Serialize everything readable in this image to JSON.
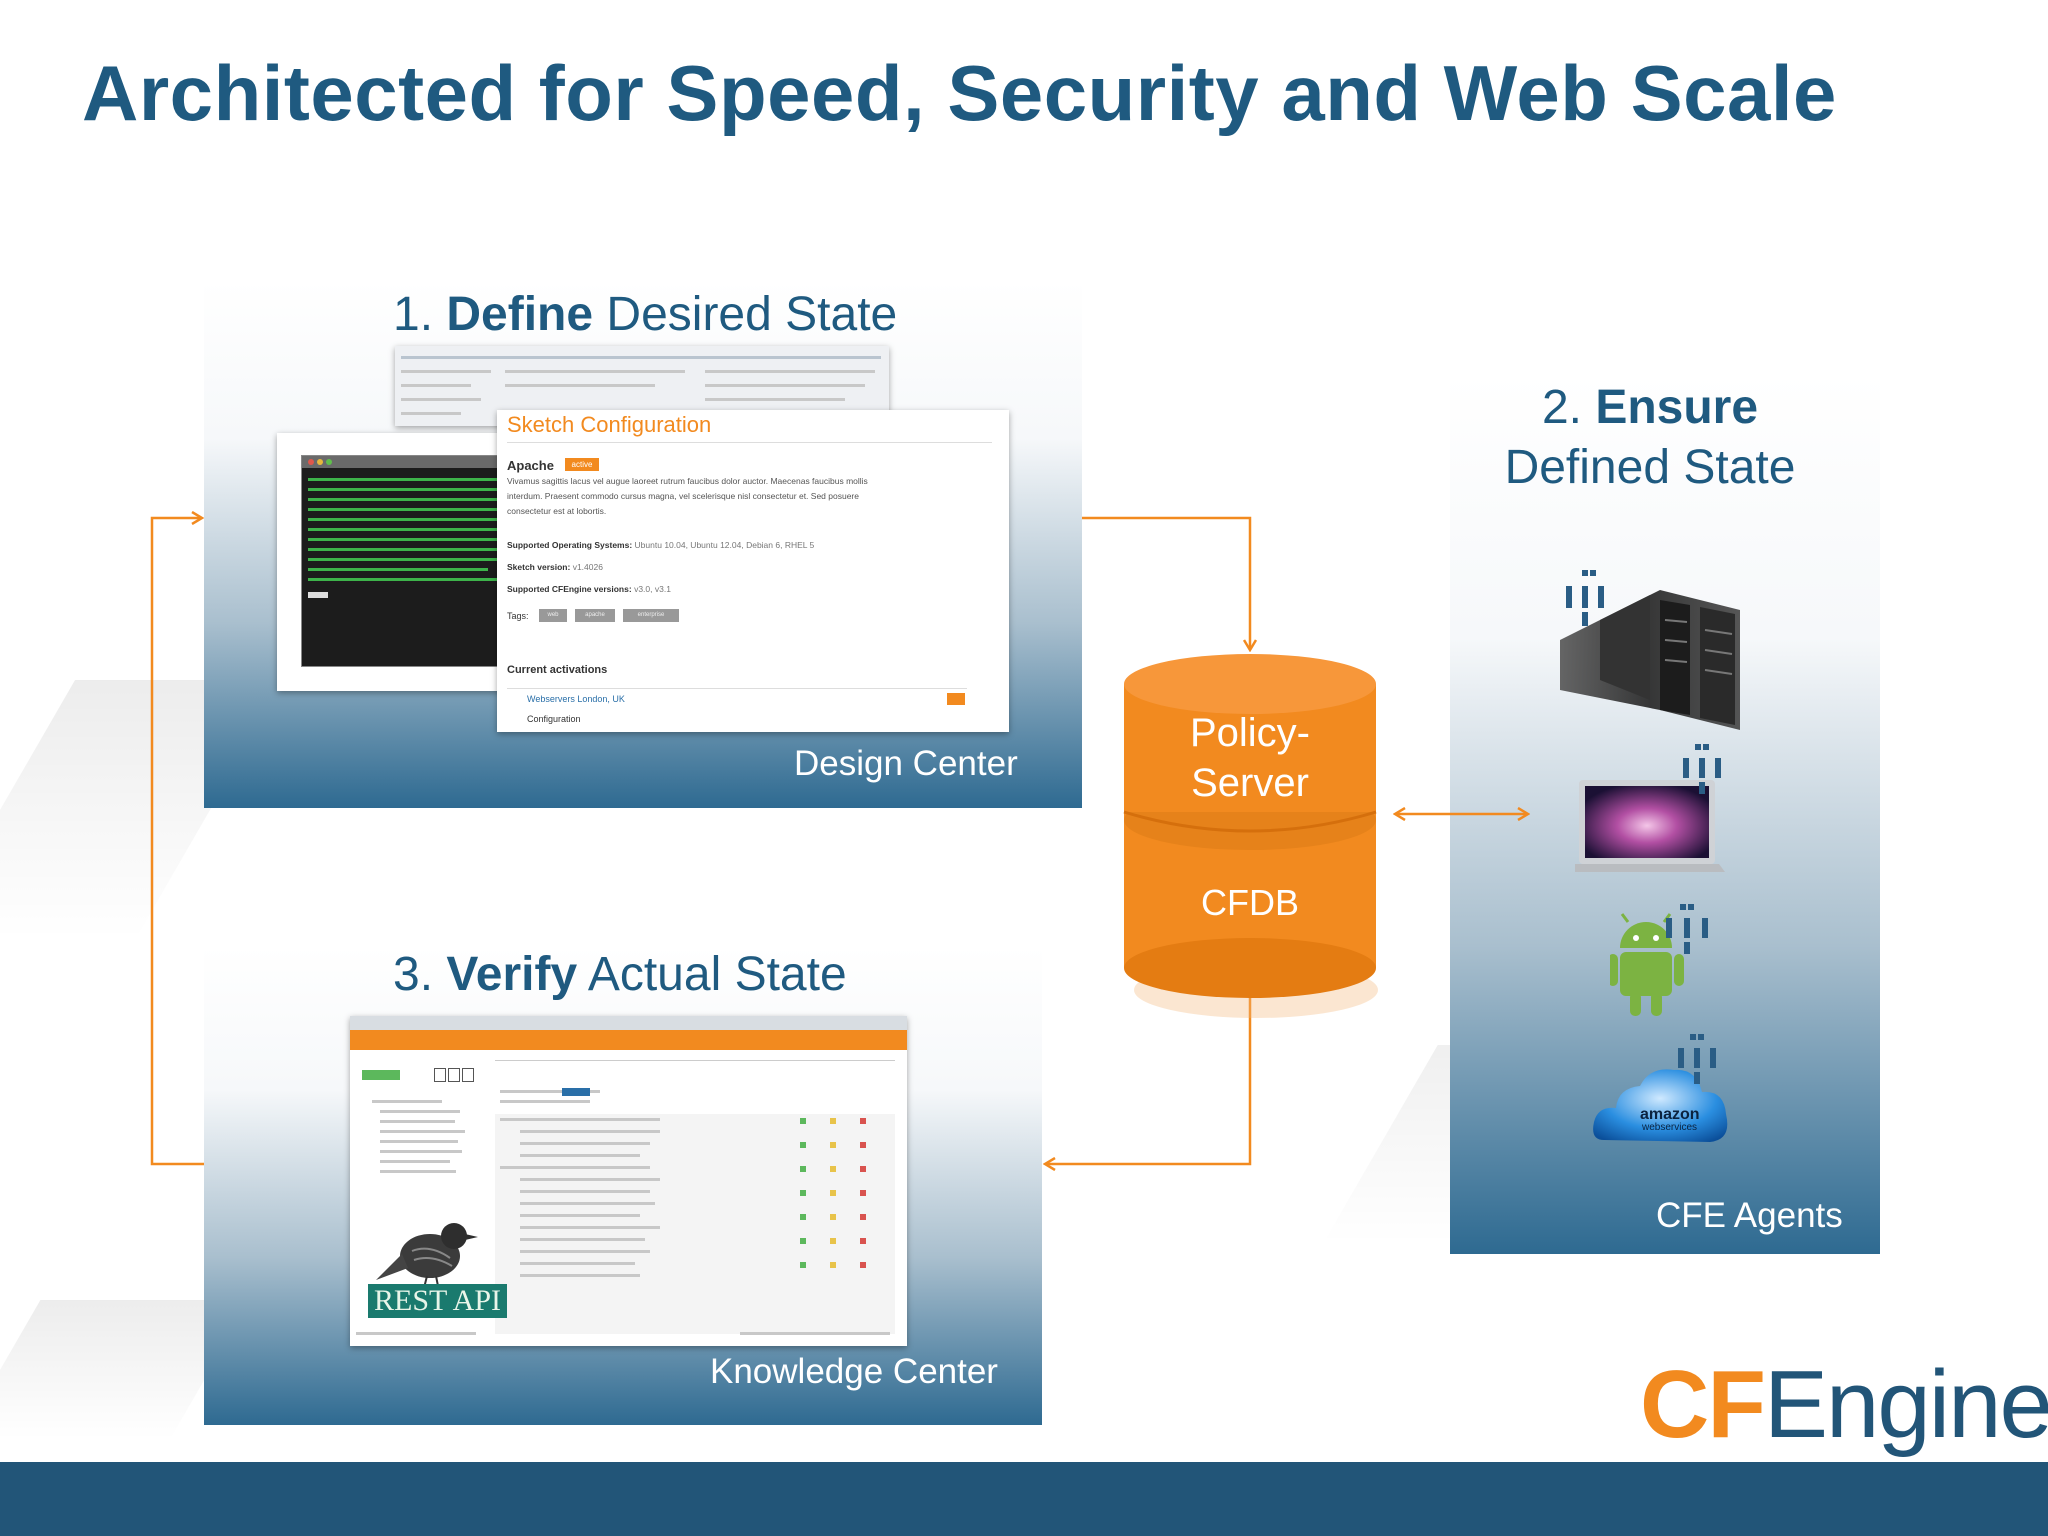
{
  "slide_title": "Architected for Speed, Security and Web Scale",
  "define": {
    "num": "1.",
    "bold": "Define",
    "rest": " Desired State",
    "caption": "Design Center"
  },
  "ensure": {
    "num": "2.",
    "bold": "Ensure",
    "line2": "Defined State",
    "caption": "CFE Agents"
  },
  "verify": {
    "num": "3.",
    "bold": "Verify",
    "rest": " Actual State",
    "caption": "Knowledge Center"
  },
  "policy_server": {
    "line1": "Policy-",
    "line2": "Server",
    "db": "CFDB"
  },
  "sketch": {
    "title": "Sketch Configuration",
    "section": "Apache",
    "badge": "active",
    "desc1": "Vivamus sagittis lacus vel augue laoreet rutrum faucibus dolor auctor. Maecenas faucibus mollis",
    "desc2": "interdum. Praesent commodo cursus magna, vel scelerisque nisl consectetur et. Sed posuere",
    "desc3": "consectetur est at lobortis.",
    "os_label": "Supported Operating Systems:",
    "os_value": "Ubuntu 10.04, Ubuntu 12.04, Debian 6, RHEL 5",
    "ver_label": "Sketch version:",
    "ver_value": "v1.4026",
    "cf_label": "Supported CFEngine versions:",
    "cf_value": "v3.0, v3.1",
    "tags_label": "Tags:",
    "tags": [
      "web",
      "apache",
      "enterprise"
    ],
    "activations_label": "Current activations",
    "activation_item": "Webservers London, UK",
    "activation_sub": "Configuration"
  },
  "rest_api": "REST API",
  "agents": [
    "server-rack-icon",
    "laptop-icon",
    "android-icon",
    "amazon-cloud-icon"
  ],
  "amazon": {
    "line1": "amazon",
    "line2": "webservices"
  },
  "logo": {
    "part1": "CF",
    "part2": "Engine"
  },
  "colors": {
    "title": "#1f5a80",
    "accent": "#f28a1f",
    "footer": "#225578"
  }
}
